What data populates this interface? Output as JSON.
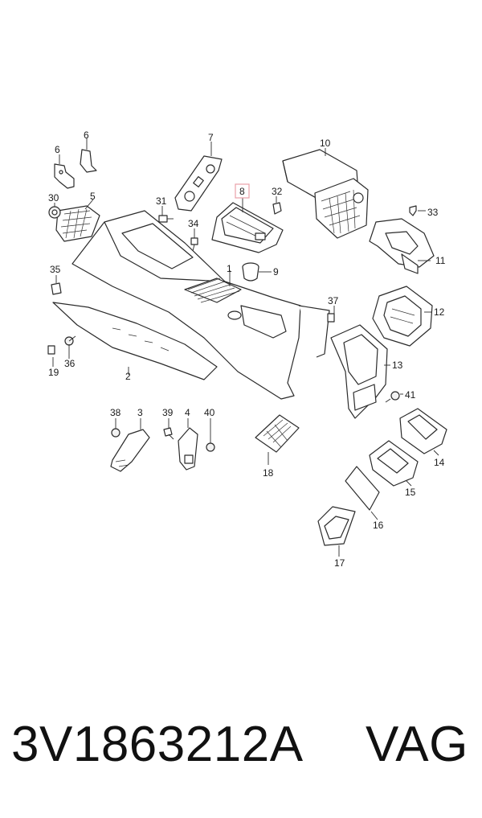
{
  "callouts": [
    {
      "id": "c1",
      "label": "1",
      "highlighted": false
    },
    {
      "id": "c2",
      "label": "2",
      "highlighted": false
    },
    {
      "id": "c3",
      "label": "3",
      "highlighted": false
    },
    {
      "id": "c4",
      "label": "4",
      "highlighted": false
    },
    {
      "id": "c5",
      "label": "5",
      "highlighted": false
    },
    {
      "id": "c6a",
      "label": "6",
      "highlighted": false
    },
    {
      "id": "c6b",
      "label": "6",
      "highlighted": false
    },
    {
      "id": "c7",
      "label": "7",
      "highlighted": false
    },
    {
      "id": "c8",
      "label": "8",
      "highlighted": true
    },
    {
      "id": "c9",
      "label": "9",
      "highlighted": false
    },
    {
      "id": "c10",
      "label": "10",
      "highlighted": false
    },
    {
      "id": "c11",
      "label": "11",
      "highlighted": false
    },
    {
      "id": "c12",
      "label": "12",
      "highlighted": false
    },
    {
      "id": "c13",
      "label": "13",
      "highlighted": false
    },
    {
      "id": "c14",
      "label": "14",
      "highlighted": false
    },
    {
      "id": "c15",
      "label": "15",
      "highlighted": false
    },
    {
      "id": "c16",
      "label": "16",
      "highlighted": false
    },
    {
      "id": "c17",
      "label": "17",
      "highlighted": false
    },
    {
      "id": "c18",
      "label": "18",
      "highlighted": false
    },
    {
      "id": "c19",
      "label": "19",
      "highlighted": false
    },
    {
      "id": "c30",
      "label": "30",
      "highlighted": false
    },
    {
      "id": "c31",
      "label": "31",
      "highlighted": false
    },
    {
      "id": "c32",
      "label": "32",
      "highlighted": false
    },
    {
      "id": "c33",
      "label": "33",
      "highlighted": false
    },
    {
      "id": "c34",
      "label": "34",
      "highlighted": false
    },
    {
      "id": "c35",
      "label": "35",
      "highlighted": false
    },
    {
      "id": "c36",
      "label": "36",
      "highlighted": false
    },
    {
      "id": "c37",
      "label": "37",
      "highlighted": false
    },
    {
      "id": "c38",
      "label": "38",
      "highlighted": false
    },
    {
      "id": "c39",
      "label": "39",
      "highlighted": false
    },
    {
      "id": "c40",
      "label": "40",
      "highlighted": false
    },
    {
      "id": "c41",
      "label": "41",
      "highlighted": false
    }
  ],
  "highlight_color": "#e8a0a8",
  "footer": {
    "part_number": "3V1863212A",
    "brand": "VAG"
  }
}
